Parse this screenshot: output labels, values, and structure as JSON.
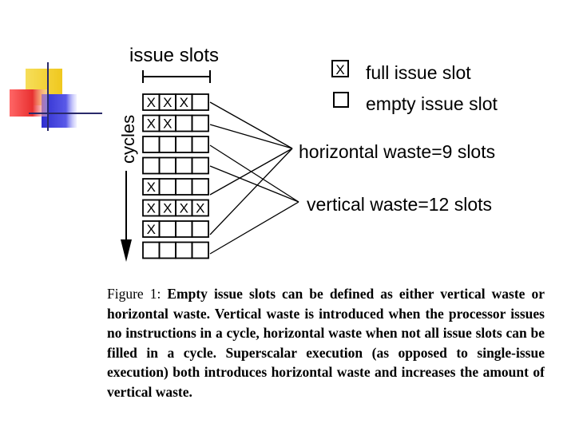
{
  "diagram": {
    "issue_slots_label": "issue slots",
    "cycles_label": "cycles",
    "legend": {
      "full_mark": "X",
      "full_label": "full issue slot",
      "empty_label": "empty issue slot"
    },
    "horizontal_waste": {
      "label": "horizontal waste",
      "equals": "=",
      "value": "9 slots"
    },
    "vertical_waste": {
      "label": "vertical waste",
      "equals": "=",
      "value": "12 slots"
    },
    "grid": {
      "slots_per_cycle": 4,
      "cell_mark": "X",
      "filled_per_cycle": [
        3,
        2,
        0,
        0,
        1,
        4,
        1,
        0
      ]
    }
  },
  "caption": {
    "lead": "Figure 1:",
    "body": "Empty issue slots can be defined as either vertical waste or horizontal waste. Vertical waste is introduced when the processor issues no instructions in a cycle, horizontal waste when not all issue slots can be filled in a cycle. Superscalar execution (as opposed to single-issue execution) both introduces horizontal waste and increases the amount of vertical waste."
  },
  "colors": {
    "deco_yellow": "#f2d23a",
    "deco_red": "#ec3b3b",
    "deco_blue": "#3a3ad8",
    "ink": "#000000"
  }
}
